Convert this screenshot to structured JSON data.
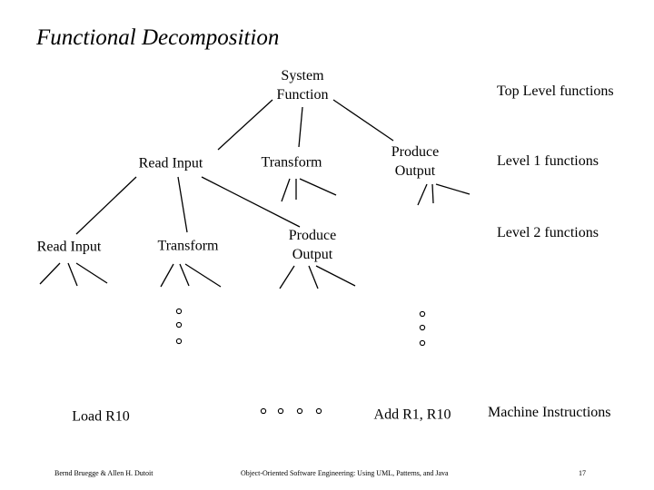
{
  "title": "Functional Decomposition",
  "nodes": {
    "system_function": {
      "line1": "System",
      "line2": "Function"
    },
    "read_input_l1": "Read Input",
    "transform_l1": "Transform",
    "produce_output_l1": {
      "line1": "Produce",
      "line2": "Output"
    },
    "read_input_l2": "Read Input",
    "transform_l2": "Transform",
    "produce_output_l2": {
      "line1": "Produce",
      "line2": "Output"
    },
    "load_r10": "Load R10",
    "add_r1_r10": "Add R1, R10"
  },
  "levels": {
    "top": "Top Level functions",
    "level1": "Level 1  functions",
    "level2": "Level 2 functions",
    "machine": "Machine Instructions"
  },
  "footer": {
    "authors": "Bernd Bruegge & Allen H. Dutoit",
    "book": "Object-Oriented Software Engineering: Using UML, Patterns, and Java",
    "page": "17"
  }
}
